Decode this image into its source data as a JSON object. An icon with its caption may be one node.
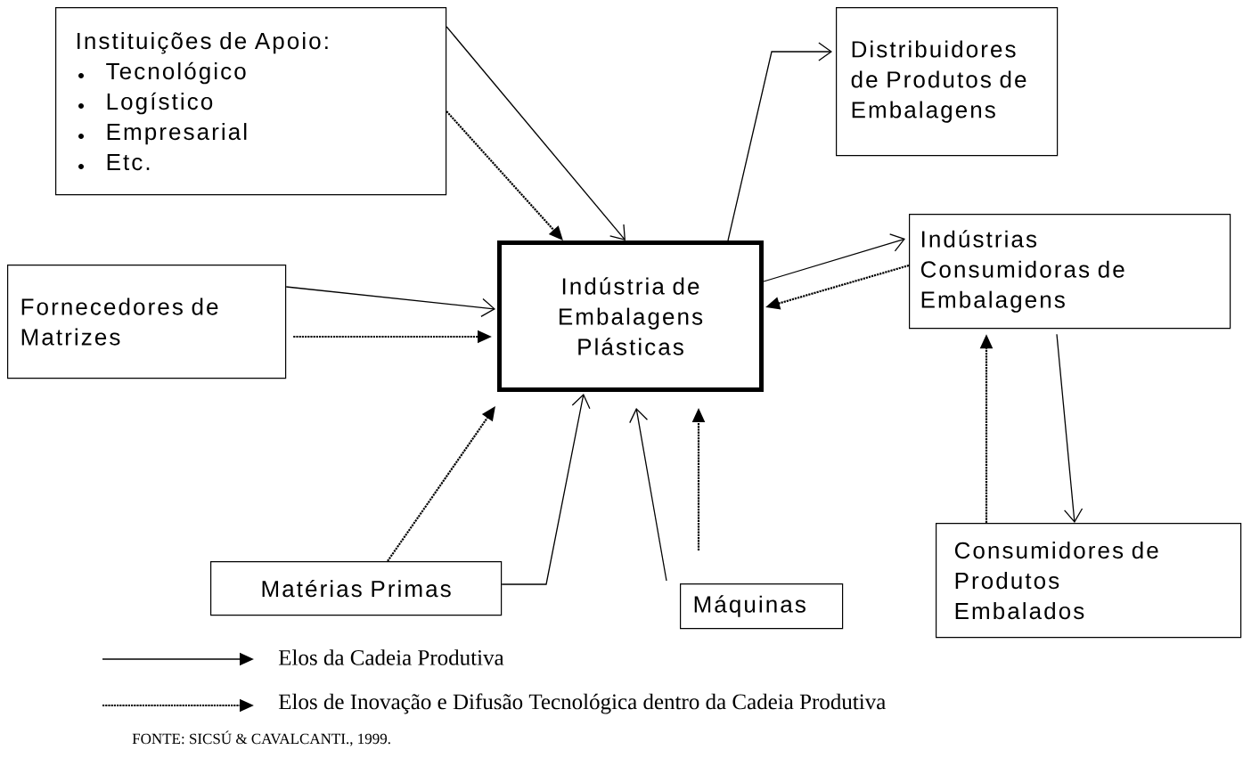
{
  "diagram": {
    "nodes": [
      {
        "text": [
          "Instituições de Apoio:",
          "Tecnológico",
          "Logístico",
          "Empresarial",
          "Etc."
        ]
      },
      {
        "text": [
          "Distribuidores de Produtos de Embalagens"
        ]
      },
      {
        "text": [
          "Fornecedores de Matrizes"
        ]
      },
      {
        "text": [
          "Indústria de Embalagens Plásticas"
        ]
      },
      {
        "text": [
          "Indústrias Consumidoras de Embalagens"
        ]
      },
      {
        "text": [
          "Consumidores de Produtos Embalados"
        ]
      },
      {
        "text": [
          "Matérias Primas"
        ]
      },
      {
        "text": [
          "Máquinas"
        ]
      }
    ],
    "edges": [
      {
        "from": 0,
        "to": 3,
        "arrow": "to"
      },
      {
        "from": 0,
        "to": 3,
        "arrow": "to",
        "style": "dashed"
      },
      {
        "from": 3,
        "to": 1,
        "arrow": "to"
      },
      {
        "from": 3,
        "to": 4,
        "arrow": "to"
      },
      {
        "from": 4,
        "to": 3,
        "arrow": "to",
        "style": "dashed"
      },
      {
        "from": 2,
        "to": 3,
        "arrow": "to"
      },
      {
        "from": 2,
        "to": 3,
        "arrow": "to",
        "style": "dashed"
      },
      {
        "from": 6,
        "to": 3,
        "arrow": "to",
        "style": "dashed"
      },
      {
        "from": 6,
        "to": 3,
        "arrow": "to"
      },
      {
        "from": 7,
        "to": 3,
        "arrow": "to"
      },
      {
        "from": 7,
        "to": 3,
        "arrow": "to",
        "style": "dashed"
      },
      {
        "from": 4,
        "to": 5,
        "arrow": "to"
      },
      {
        "from": 5,
        "to": 4,
        "arrow": "to",
        "style": "dashed"
      }
    ],
    "legend": [
      {
        "text": "Elos da Cadeia Produtiva"
      },
      {
        "text": "Elos de Inovação e Difusão Tecnológica dentro da Cadeia Produtiva"
      }
    ],
    "caption": "FONTE: SICSÚ & CAVALCANTI., 1999."
  }
}
